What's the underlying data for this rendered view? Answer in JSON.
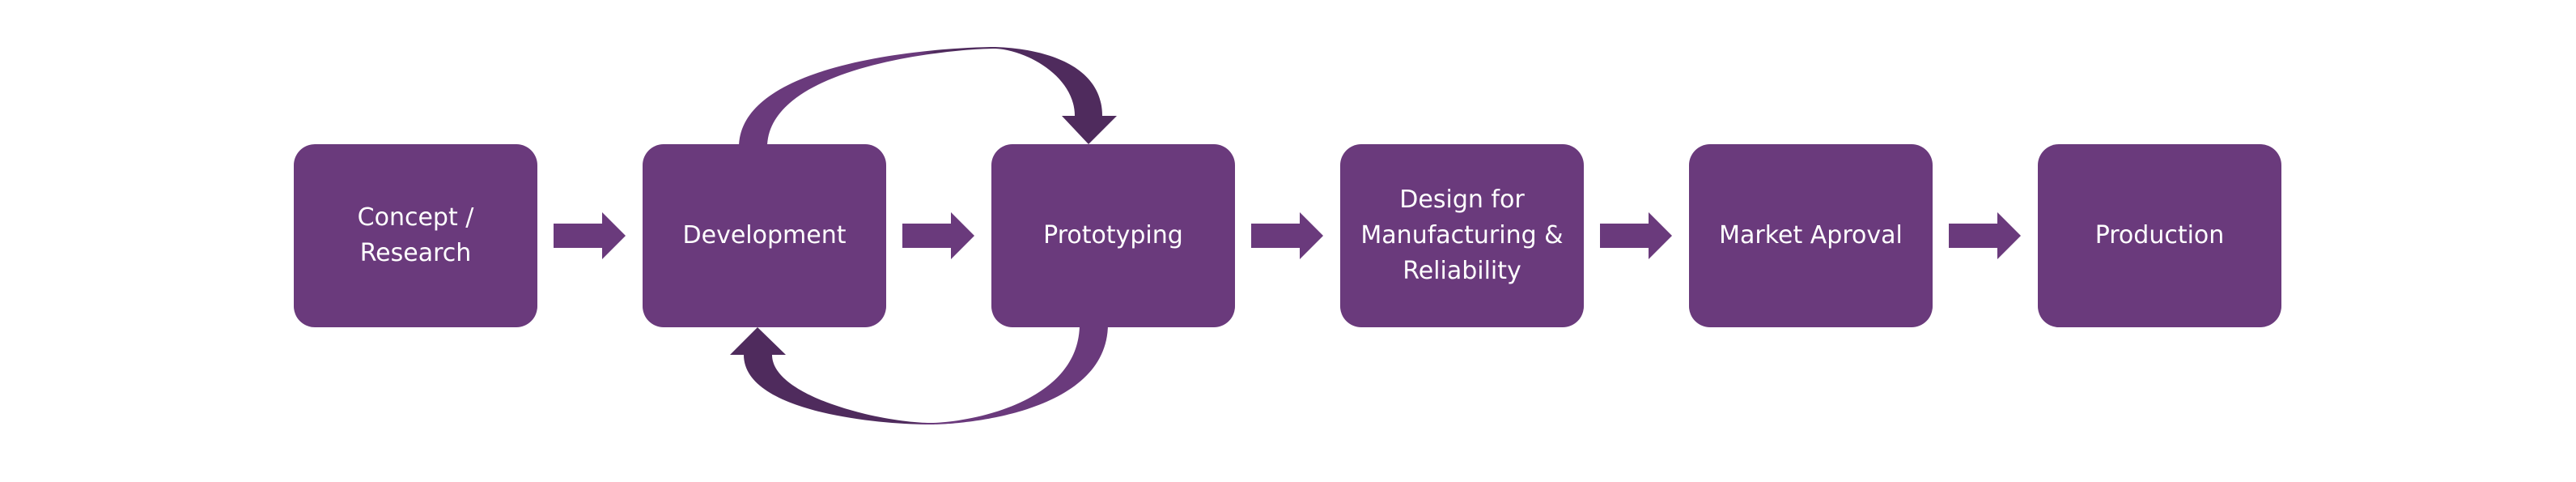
{
  "diagram": {
    "type": "process-flow",
    "colors": {
      "box": "#6A3A7C",
      "arrow": "#6A3A7C",
      "arrow_dark": "#4F2B5D",
      "text": "#FFFFFF",
      "background": "#FFFFFF"
    },
    "stages": [
      {
        "id": "concept",
        "label": "Concept /\nResearch"
      },
      {
        "id": "development",
        "label": "Development"
      },
      {
        "id": "prototyping",
        "label": "Prototyping"
      },
      {
        "id": "dfm",
        "label": "Design for\nManufacturing &\nReliability"
      },
      {
        "id": "market-approval",
        "label": "Market Aproval"
      },
      {
        "id": "production",
        "label": "Production"
      }
    ],
    "flow_arrows": [
      {
        "from": "concept",
        "to": "development"
      },
      {
        "from": "development",
        "to": "prototyping"
      },
      {
        "from": "prototyping",
        "to": "dfm"
      },
      {
        "from": "dfm",
        "to": "market-approval"
      },
      {
        "from": "market-approval",
        "to": "production"
      }
    ],
    "loop_arrows": [
      {
        "from": "development",
        "to": "prototyping",
        "side": "top"
      },
      {
        "from": "prototyping",
        "to": "development",
        "side": "bottom"
      }
    ]
  }
}
